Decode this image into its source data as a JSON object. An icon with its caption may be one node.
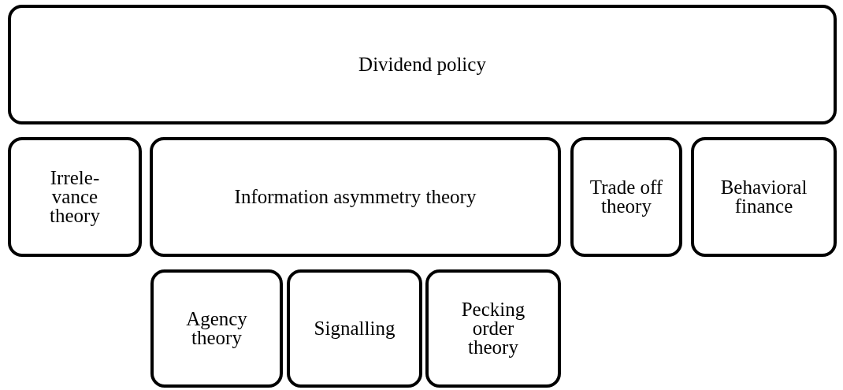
{
  "diagram": {
    "nodes": [
      {
        "text": [
          "Dividend policy"
        ]
      },
      {
        "text": [
          "Irrele- vance theory"
        ]
      },
      {
        "text": [
          "Information asymmetry theory"
        ]
      },
      {
        "text": [
          "Trade off theory"
        ]
      },
      {
        "text": [
          "Behavioral finance"
        ]
      },
      {
        "text": [
          "Agency theory"
        ]
      },
      {
        "text": [
          "Signalling"
        ]
      },
      {
        "text": [
          "Pecking order theory"
        ]
      }
    ]
  }
}
